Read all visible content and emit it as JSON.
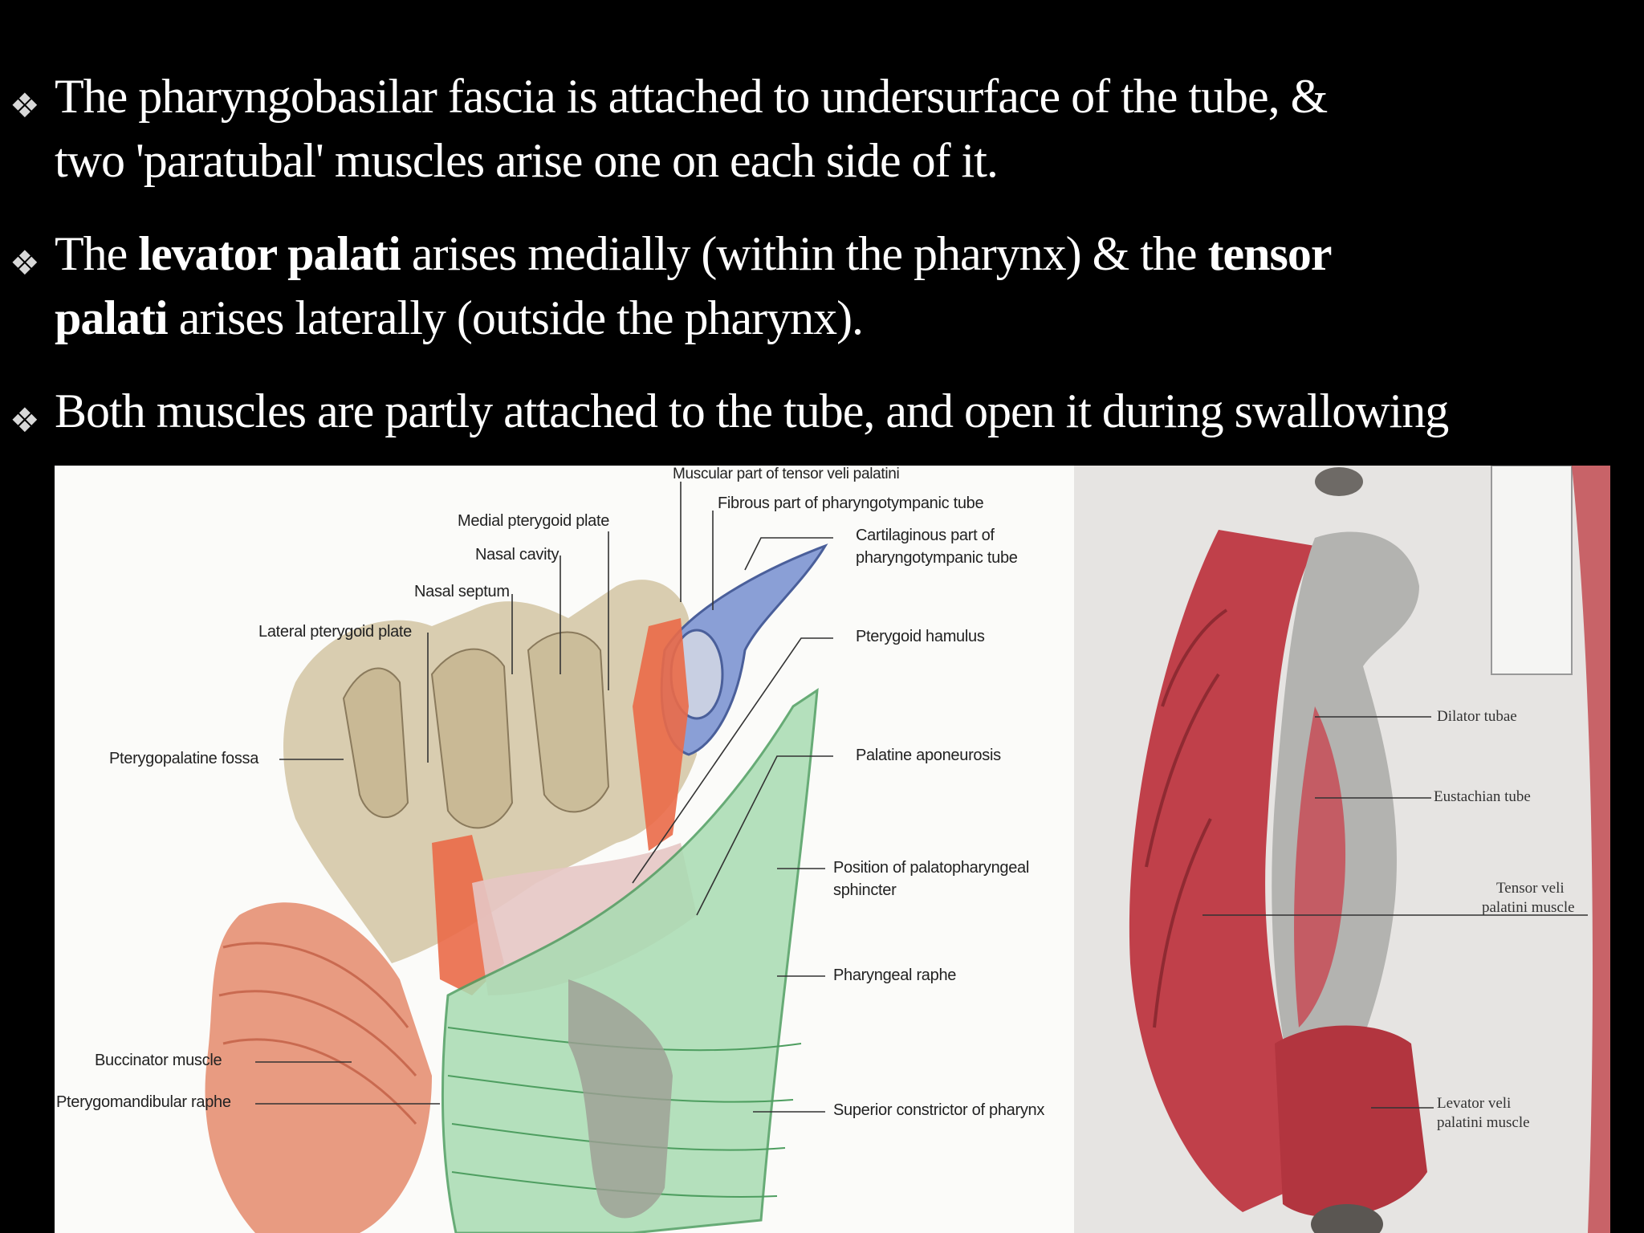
{
  "bullets": [
    {
      "line1": "The pharyngobasilar fascia is attached to undersurface of the tube, &",
      "line2": "two   'paratubal' muscles arise one on each side of it."
    },
    {
      "line1_a": "The ",
      "line1_b": "levator palati",
      "line1_c": " arises medially (within the pharynx) & the ",
      "line1_d": "tensor",
      "line2_a": "palati",
      "line2_b": " arises  laterally (outside the pharynx)."
    },
    {
      "line1": "Both muscles are partly attached to the tube, and open it during swallowing"
    }
  ],
  "figure_labels": {
    "muscular_tensor": "Muscular part of tensor veli palatini",
    "fibrous_tube": "Fibrous part of pharyngotympanic tube",
    "medial_plate": "Medial pterygoid plate",
    "nasal_cavity": "Nasal cavity",
    "cartilaginous_1": "Cartilaginous part of",
    "cartilaginous_2": "pharyngotympanic tube",
    "nasal_septum": "Nasal septum",
    "lateral_plate": "Lateral pterygoid plate",
    "hamulus": "Pterygoid hamulus",
    "fossa": "Pterygopalatine fossa",
    "aponeurosis": "Palatine aponeurosis",
    "sphincter_1": "Position of palatopharyngeal",
    "sphincter_2": "sphincter",
    "raphe": "Pharyngeal raphe",
    "buccinator": "Buccinator muscle",
    "ptm_raphe": "Pterygomandibular raphe",
    "constrictor": "Superior constrictor of pharynx"
  },
  "photo_labels": {
    "dilator": "Dilator tubae",
    "eustachian": "Eustachian tube",
    "tensor_1": "Tensor veli",
    "tensor_2": "palatini muscle",
    "levator_1": "Levator veli",
    "levator_2": "palatini muscle"
  },
  "icons": {
    "bullet": "diamond-star-icon"
  },
  "colors": {
    "background": "#000000",
    "text": "#ffffff"
  }
}
